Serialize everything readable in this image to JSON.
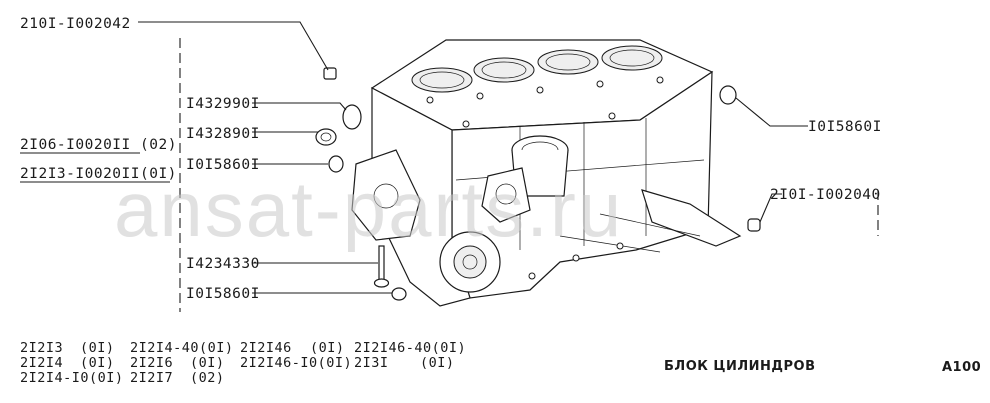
{
  "callouts": [
    {
      "id": "c1",
      "text": "210I-I002042"
    },
    {
      "id": "c2",
      "text": "I432990I"
    },
    {
      "id": "c3",
      "text": "I432890I"
    },
    {
      "id": "c4",
      "text": "2I06-I0020II"
    },
    {
      "id": "c4q",
      "text": "(02)"
    },
    {
      "id": "c5",
      "text": "2I2I3-I0020II(0I)"
    },
    {
      "id": "c6",
      "text": "I0I5860I"
    },
    {
      "id": "c7",
      "text": "I4234330"
    },
    {
      "id": "c8",
      "text": "I0I5860I"
    },
    {
      "id": "c9",
      "text": "I0I5860I"
    },
    {
      "id": "c10",
      "text": "2I0I-I002040"
    }
  ],
  "applicability": [
    [
      {
        "model": "2I2I3",
        "qty": "(0I)"
      },
      {
        "model": "2I2I4-40(0I)",
        "qty": ""
      },
      {
        "model": "2I2I46",
        "qty": "(0I)"
      },
      {
        "model": "2I2I46-40(0I)",
        "qty": ""
      }
    ],
    [
      {
        "model": "2I2I4",
        "qty": "(0I)"
      },
      {
        "model": "2I2I6",
        "qty": "(0I)"
      },
      {
        "model": "2I2I46-I0(0I)",
        "qty": ""
      },
      {
        "model": "2I3I",
        "qty": "(0I)"
      }
    ],
    [
      {
        "model": "2I2I4-I0(0I)",
        "qty": ""
      },
      {
        "model": "2I2I7",
        "qty": "(02)"
      }
    ]
  ],
  "title": "БЛОК ЦИЛИНДРОВ",
  "page_code": "A100",
  "watermark": "ansat-parts.ru"
}
